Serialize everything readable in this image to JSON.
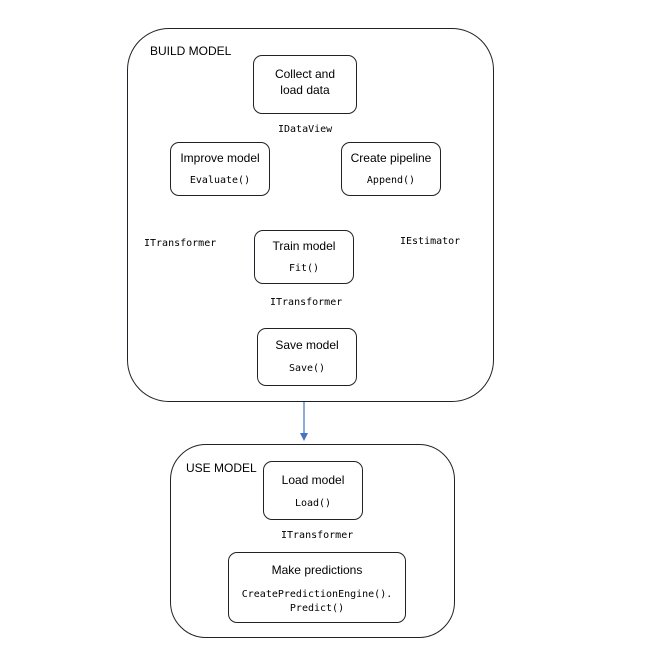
{
  "sections": {
    "build": {
      "title": "BUILD MODEL"
    },
    "use": {
      "title": "USE MODEL"
    }
  },
  "nodes": {
    "collect": {
      "title": "Collect and load data",
      "method": ""
    },
    "create_pipeline": {
      "title": "Create pipeline",
      "method": "Append()"
    },
    "improve": {
      "title": "Improve model",
      "method": "Evaluate()"
    },
    "train": {
      "title": "Train model",
      "method": "Fit()"
    },
    "save": {
      "title": "Save model",
      "method": "Save()"
    },
    "load": {
      "title": "Load model",
      "method": "Load()"
    },
    "predict": {
      "title": "Make predictions",
      "method_line1": "CreatePredictionEngine().",
      "method_line2": "Predict()"
    }
  },
  "edge_labels": {
    "idataview": "IDataView",
    "iestimator": "IEstimator",
    "itransformer_left": "ITransformer",
    "itransformer_train_save": "ITransformer",
    "itransformer_load_predict": "ITransformer"
  },
  "colors": {
    "arrow": "#4472c4",
    "border": "#1f2328"
  }
}
